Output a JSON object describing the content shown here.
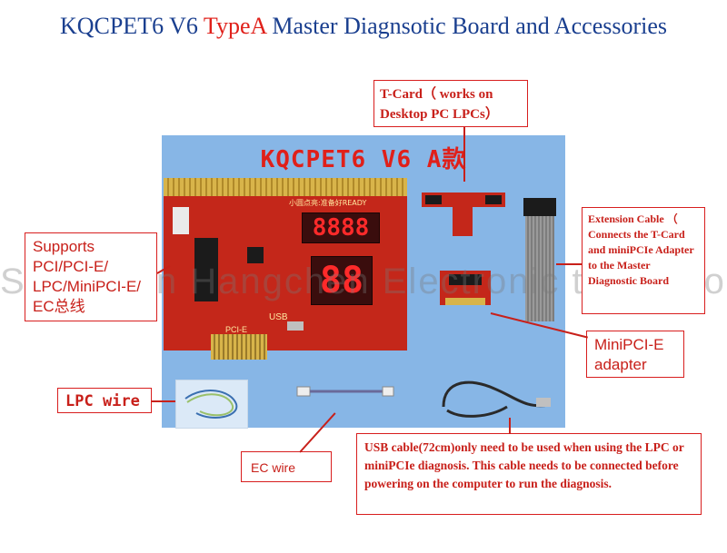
{
  "title": {
    "part1": "KQCPET6 V6 ",
    "part2": "TypeA",
    "part3": " Master Diagnsotic Board and Accessories"
  },
  "panel": {
    "heading": "KQCPET6  V6  A款"
  },
  "board": {
    "silk_top": "小圆点亮:准备好READY",
    "display_top": "8888",
    "display_bottom": "88",
    "usb_label": "USB",
    "pcie_label": "PCI-E"
  },
  "callouts": {
    "tcard": "T-Card（ works on Desktop PC LPCs）",
    "extension": "Extension Cable （ Connects the T-Card and miniPCIe Adapter to the Master Diagnostic Board",
    "supports": "Supports PCI/PCI-E/ LPC/MiniPCI-E/ EC总线",
    "minipcie": "MiniPCI-E adapter",
    "lpc": "LPC wire",
    "ec": "EC wire",
    "usb": "USB cable(72cm)only need to be used when using the LPC or miniPCIe diagnosis. This cable needs to be connected before powering on the computer to run the diagnosis."
  },
  "watermark": "Shenzhen Hangchen Electronic trade Co.,LTD",
  "colors": {
    "title_blue": "#1a3f8f",
    "accent_red": "#e0201a",
    "panel_blue": "#87b6e6",
    "board_red": "#c4271a"
  }
}
